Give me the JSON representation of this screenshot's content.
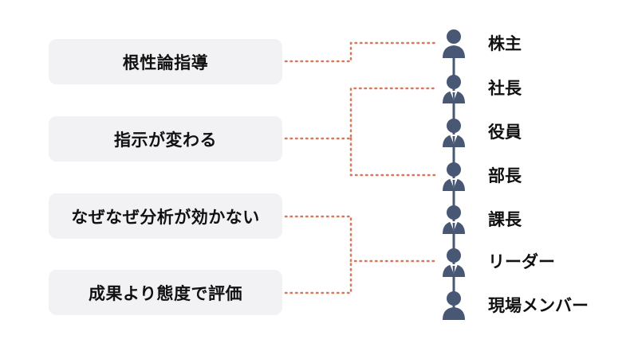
{
  "colors": {
    "box_bg": "#f2f2f4",
    "person": "#485874",
    "connector": "#d9785c",
    "text": "#111111"
  },
  "problems": [
    {
      "label": "根性論指導"
    },
    {
      "label": "指示が変わる"
    },
    {
      "label": "なぜなぜ分析が効かない"
    },
    {
      "label": "成果より態度で評価"
    }
  ],
  "hierarchy": [
    {
      "label": "株主",
      "icon": "person-icon"
    },
    {
      "label": "社長",
      "icon": "person-suit-icon"
    },
    {
      "label": "役員",
      "icon": "person-suit-icon"
    },
    {
      "label": "部長",
      "icon": "person-suit-icon"
    },
    {
      "label": "課長",
      "icon": "person-suit-icon"
    },
    {
      "label": "リーダー",
      "icon": "person-suit-icon"
    },
    {
      "label": "現場メンバー",
      "icon": "person-icon"
    }
  ]
}
